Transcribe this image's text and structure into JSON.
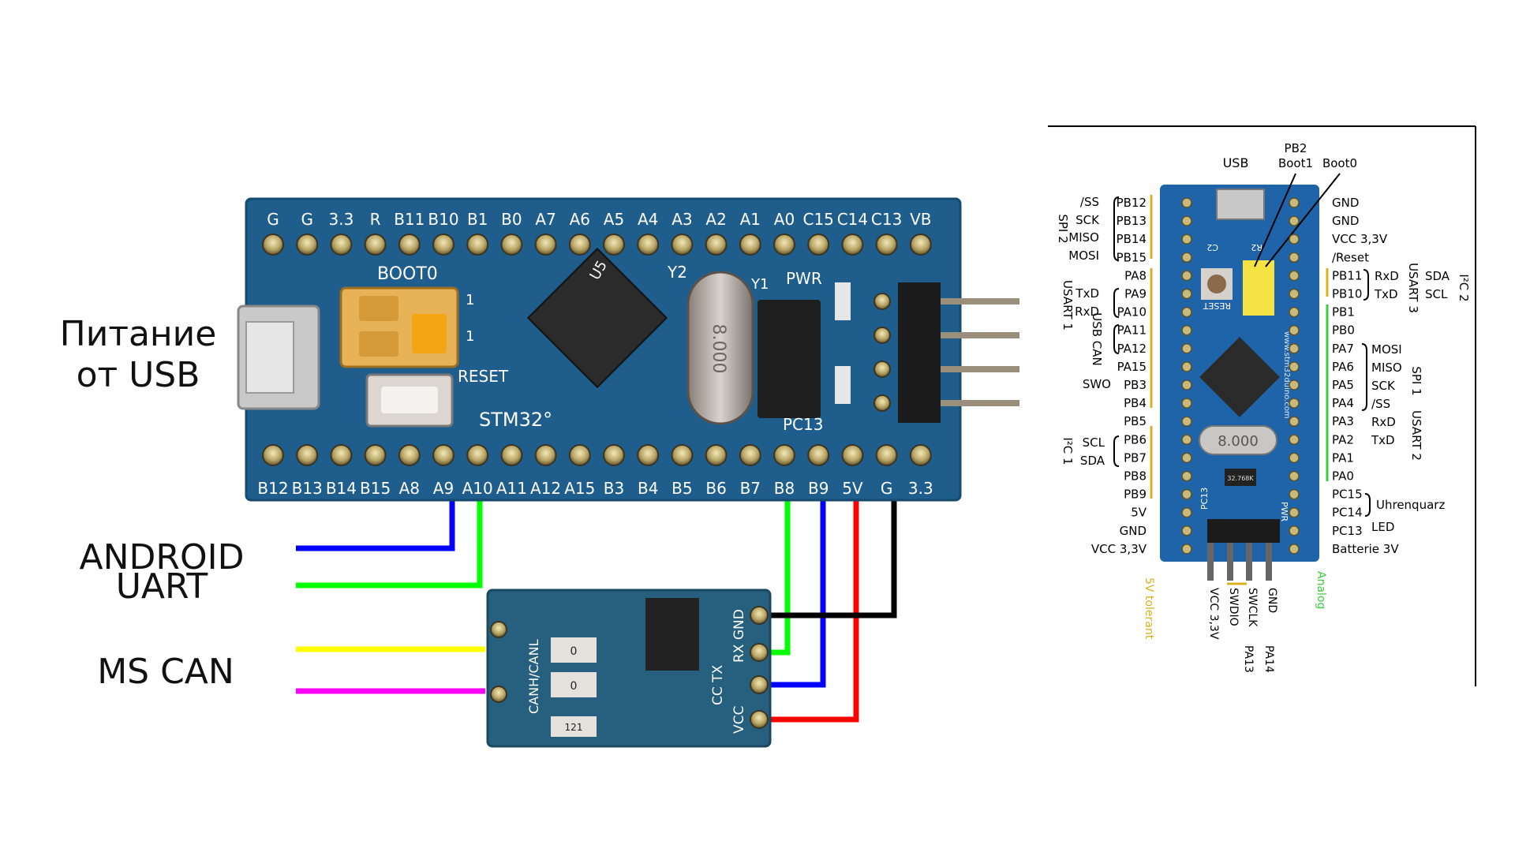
{
  "labels": {
    "power_line1": "Питание",
    "power_line2": "от  USB",
    "android_line1": "ANDROID",
    "android_line2": "UART",
    "ms_can": "MS CAN"
  },
  "colors": {
    "board": "#1f5e8c",
    "board_edge": "#164a6e",
    "pcb_light": "#2c6f9f",
    "wire_blue": "#0000ff",
    "wire_green": "#00ff00",
    "wire_yellow": "#ffff00",
    "wire_magenta": "#ff00ff",
    "wire_red": "#ff0000",
    "wire_black": "#000000",
    "tolerant": "#d8b21e",
    "analog": "#3ccc3c"
  },
  "main_board": {
    "top_pins": [
      "G",
      "G",
      "3.3",
      "R",
      "B11",
      "B10",
      "B1",
      "B0",
      "A7",
      "A6",
      "A5",
      "A4",
      "A3",
      "A2",
      "A1",
      "A0",
      "C15",
      "C14",
      "C13",
      "VB"
    ],
    "bottom_pins": [
      "B12",
      "B13",
      "B14",
      "B15",
      "A8",
      "A9",
      "A10",
      "A11",
      "A12",
      "A15",
      "B3",
      "B4",
      "B5",
      "B6",
      "B7",
      "B8",
      "B9",
      "5V",
      "G",
      "3.3"
    ],
    "boot_label": "BOOT0",
    "jumper_1a": "1",
    "jumper_1b": "1",
    "reset_label": "RESET",
    "chip_label": "STM32°",
    "u_label": "U5",
    "crystal_label": "Y2",
    "crystal_text": "8.000",
    "y1_label": "Y1",
    "pwr_label": "PWR",
    "pc13_label": "PC13"
  },
  "can_module": {
    "silk_left": "CANH/CANL",
    "silk_right1": "RX GND",
    "silk_right2": "CC TX",
    "silk_right3": "VCC",
    "resistor_a": "0",
    "resistor_b": "0",
    "resistor_c": "121"
  },
  "pinout": {
    "top_labels": {
      "usb": "USB",
      "pb2": "PB2",
      "boot1": "Boot1",
      "boot0": "Boot0"
    },
    "left_inner": [
      "PB12",
      "PB13",
      "PB14",
      "PB15",
      "PA8",
      "PA9",
      "PA10",
      "PA11",
      "PA12",
      "PA15",
      "PB3",
      "PB4",
      "PB5",
      "PB6",
      "PB7",
      "PB8",
      "PB9",
      "5V",
      "GND",
      "VCC 3,3V"
    ],
    "left_func": {
      "ss": "/SS",
      "sck": "SCK",
      "miso": "MISO",
      "mosi": "MOSI",
      "txd": "TxD",
      "rxd": "RxD",
      "swo": "SWO",
      "scl": "SCL",
      "sda": "SDA"
    },
    "left_groups": {
      "spi2": "SPI 2",
      "usart1": "USART 1",
      "usbcan": "USB CAN",
      "i2c1": "I²C 1"
    },
    "right_inner": [
      "GND",
      "GND",
      "VCC 3,3V",
      "/Reset",
      "PB11",
      "PB10",
      "PB1",
      "PB0",
      "PA7",
      "PA6",
      "PA5",
      "PA4",
      "PA3",
      "PA2",
      "PA1",
      "PA0",
      "PC15",
      "PC14",
      "PC13",
      "Batterie 3V"
    ],
    "right_func": {
      "rxd3": "RxD",
      "txd3": "TxD",
      "sda2": "SDA",
      "scl2": "SCL",
      "mosi1": "MOSI",
      "miso1": "MISO",
      "sck1": "SCK",
      "ss1": "/SS",
      "rxd2": "RxD",
      "txd2": "TxD",
      "uhr": "Uhrenquarz",
      "led": "LED"
    },
    "right_groups": {
      "usart3": "USART 3",
      "i2c2": "I²C 2",
      "spi1": "SPI 1",
      "usart2": "USART 2"
    },
    "bottom_pins": [
      "VCC 3,3V",
      "SWDIO",
      "SWCLK",
      "GND"
    ],
    "bottom_sub": [
      "PA13",
      "PA14"
    ],
    "tolerant_label": "5V tolerant",
    "analog_label": "Analog",
    "board_text": {
      "reset": "RESET",
      "crystal": "8.000",
      "pc13": "PC13",
      "pwr": "PWR",
      "c2": "C2",
      "r2": "R2",
      "url": "www.stm32duino.com",
      "xtal_small": "32.768K"
    }
  }
}
